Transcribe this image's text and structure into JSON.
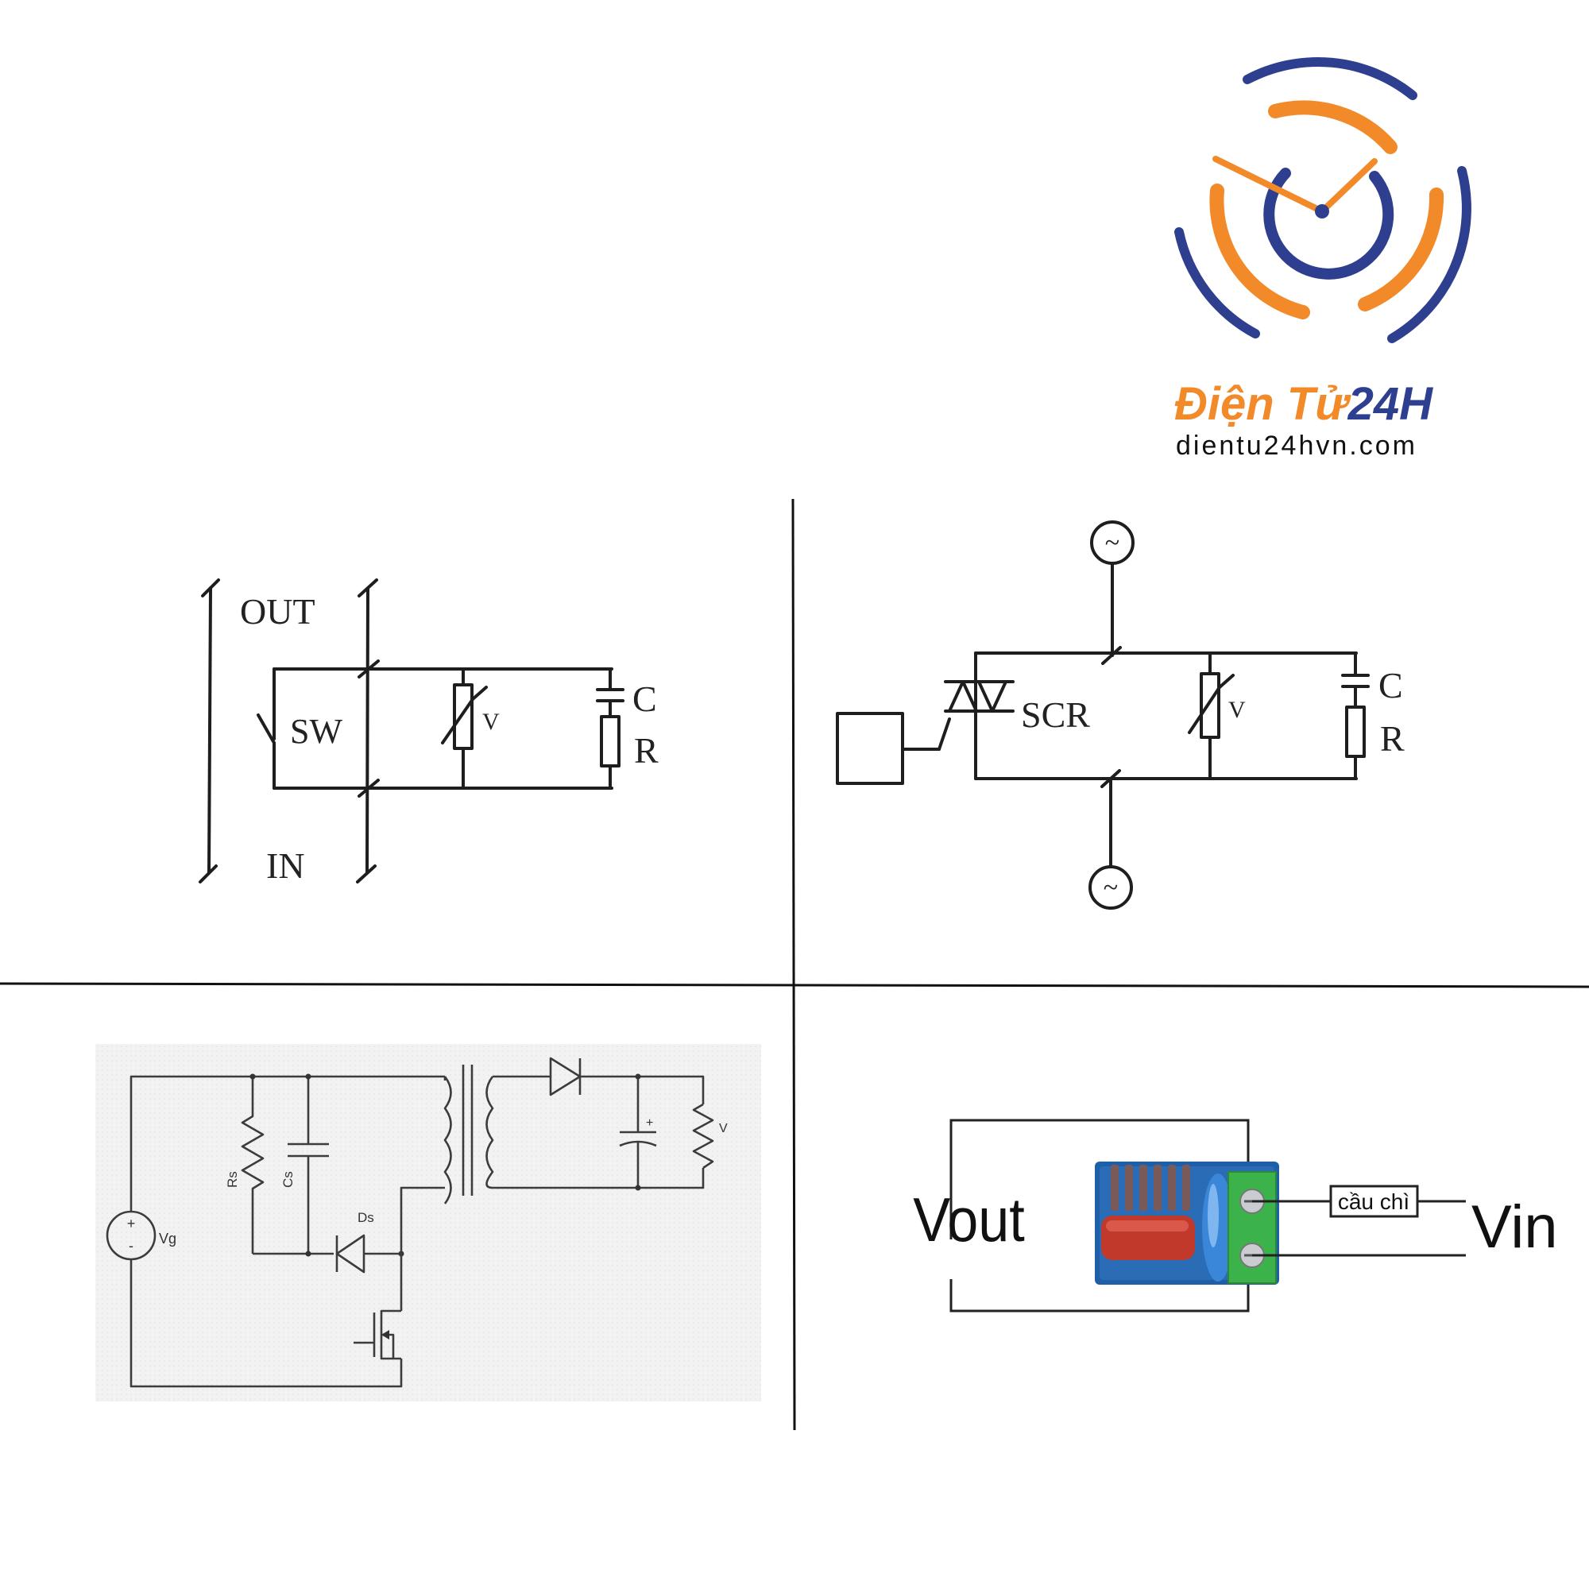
{
  "brand": {
    "name_part1": "Điện Tử",
    "name_part2": "24H",
    "url": "dientu24hvn.com",
    "colors": {
      "orange": "#f28a2a",
      "blue": "#2f3f8f"
    }
  },
  "panel_sw": {
    "label_out": "OUT",
    "label_in": "IN",
    "label_sw": "SW",
    "label_v": "V",
    "label_c": "C",
    "label_r": "R"
  },
  "panel_scr": {
    "label_scr": "SCR",
    "label_v": "V",
    "label_c": "C",
    "label_r": "R",
    "source_symbol": "~"
  },
  "panel_flyback": {
    "label_rs": "Rs",
    "label_cs": "Cs",
    "label_ds": "Ds",
    "label_vg": "Vg",
    "label_v": "V",
    "label_plus": "+",
    "source_plus": "+",
    "source_minus": "-"
  },
  "panel_module": {
    "label_vout": "Vout",
    "label_vin": "Vin",
    "label_fuse": "cầu chì"
  }
}
